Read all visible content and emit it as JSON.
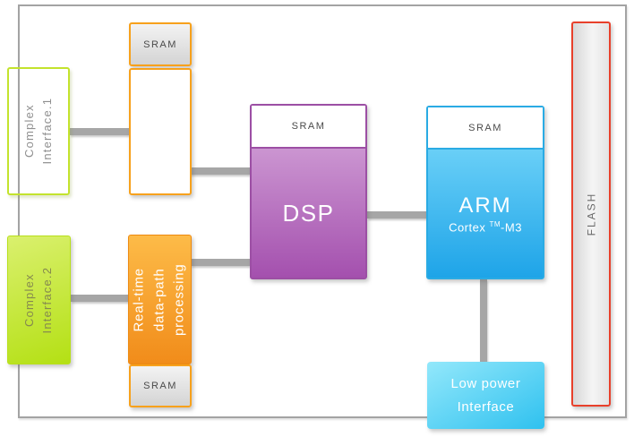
{
  "diagram": {
    "blocks": {
      "complex_interface_1": {
        "lines": [
          "Complex",
          "Interface.1"
        ]
      },
      "complex_interface_2": {
        "lines": [
          "Complex",
          "Interface.2"
        ]
      },
      "sram_top": {
        "label": "SRAM"
      },
      "sram_bottom": {
        "label": "SRAM"
      },
      "realtime": {
        "lines": [
          "Real-time",
          "data-path",
          "processing"
        ]
      },
      "dsp": {
        "sram_label": "SRAM",
        "label": "DSP"
      },
      "arm": {
        "sram_label": "SRAM",
        "label": "ARM",
        "cortex_prefix": "Cortex ",
        "cortex_tm": "TM",
        "cortex_suffix": "-M3"
      },
      "low_power": {
        "lines": [
          "Low power",
          "Interface"
        ]
      },
      "flash": {
        "label": "FLASH"
      }
    },
    "colors": {
      "outer_border": "#a3a3a3",
      "connector": "#a6a6a6",
      "green_border": "#c3e32d",
      "green_fill_top": "#daf06e",
      "green_fill_bottom": "#b4e014",
      "orange_border": "#f7a11c",
      "orange_fill_top": "#fdbb48",
      "orange_fill_bottom": "#f18c1a",
      "purple_border": "#9c4fa4",
      "purple_fill_top": "#cb95d1",
      "purple_fill_bottom": "#a450ae",
      "blue_border": "#2aabe4",
      "blue_fill_top": "#69cff7",
      "blue_fill_bottom": "#1ea4e8",
      "cyan_fill_top": "#93e8fb",
      "cyan_fill_bottom": "#2fc1ef",
      "red_border": "#e8402b",
      "sram_fill_top": "#f3f3f3",
      "sram_fill_bottom": "#d4d4d4",
      "sram_text": "#4a4a4a",
      "interface_text": "#8f8f8f",
      "flash_text": "#6a6a6a"
    }
  }
}
